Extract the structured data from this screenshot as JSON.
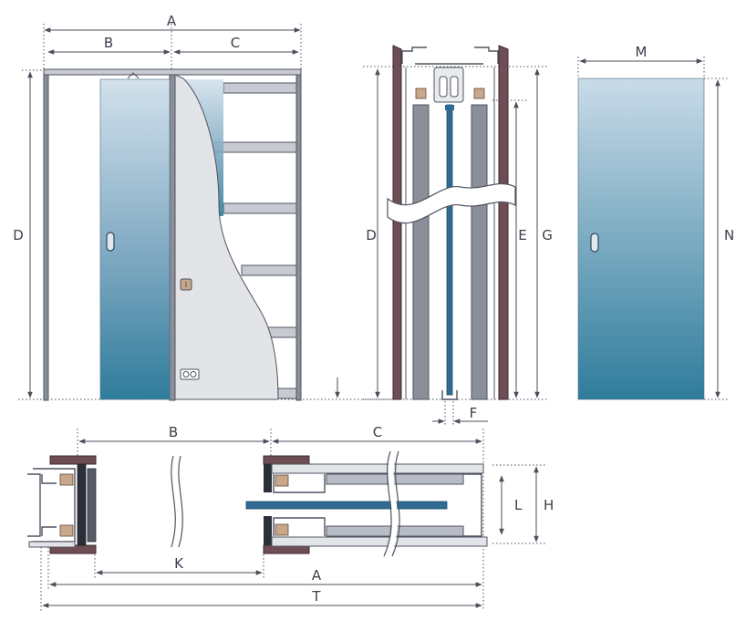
{
  "diagram": {
    "labels": {
      "A_top": "A",
      "B_top": "B",
      "C_top": "C",
      "D_front": "D",
      "D_side": "D",
      "E": "E",
      "G": "G",
      "F": "F",
      "M": "M",
      "N": "N",
      "B_plan": "B",
      "C_plan": "C",
      "K": "K",
      "A_plan": "A",
      "T": "T",
      "L": "L",
      "H": "H"
    },
    "colors": {
      "glass_top": "#d2e1ec",
      "glass_bottom": "#2f7c9c",
      "jamb": "#6e4d55",
      "frame": "#8a8f9a",
      "wood_block": "#c9a78a",
      "door_panel_plan": "#2f6b92"
    },
    "icons": {
      "handle_left_door": "recessed-handle-icon",
      "handle_right_door": "recessed-handle-icon",
      "lock_plate": "lock-plate-icon",
      "wall_socket": "socket-icon"
    }
  }
}
